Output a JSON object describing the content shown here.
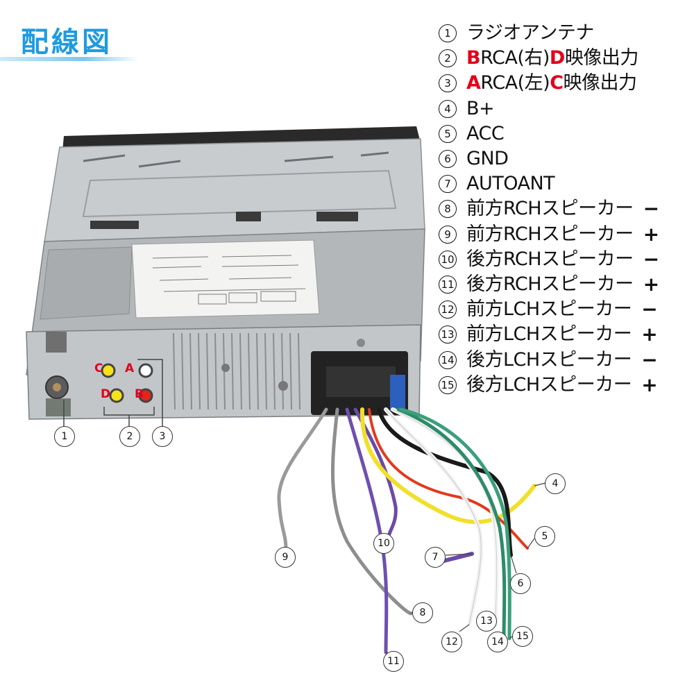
{
  "title": "配線図",
  "legend": [
    {
      "num": "1",
      "parts": [
        {
          "t": "ラジオアンテナ",
          "c": ""
        }
      ]
    },
    {
      "num": "2",
      "parts": [
        {
          "t": "B",
          "c": "red"
        },
        {
          "t": "RCA(右)",
          "c": ""
        },
        {
          "t": "D",
          "c": "red"
        },
        {
          "t": "映像出力",
          "c": ""
        }
      ]
    },
    {
      "num": "3",
      "parts": [
        {
          "t": "A",
          "c": "red"
        },
        {
          "t": "RCA(左)",
          "c": ""
        },
        {
          "t": "C",
          "c": "red"
        },
        {
          "t": "映像出力",
          "c": ""
        }
      ]
    },
    {
      "num": "4",
      "parts": [
        {
          "t": "B+",
          "c": ""
        }
      ]
    },
    {
      "num": "5",
      "parts": [
        {
          "t": "ACC",
          "c": ""
        }
      ]
    },
    {
      "num": "6",
      "parts": [
        {
          "t": "GND",
          "c": ""
        }
      ]
    },
    {
      "num": "7",
      "parts": [
        {
          "t": "AUTOANT",
          "c": ""
        }
      ]
    },
    {
      "num": "8",
      "parts": [
        {
          "t": "前方RCHスピーカー",
          "c": ""
        }
      ],
      "sign": "−"
    },
    {
      "num": "9",
      "parts": [
        {
          "t": "前方RCHスピーカー",
          "c": ""
        }
      ],
      "sign": "+"
    },
    {
      "num": "10",
      "parts": [
        {
          "t": "後方RCHスピーカー",
          "c": ""
        }
      ],
      "sign": "−"
    },
    {
      "num": "11",
      "parts": [
        {
          "t": "後方RCHスピーカー",
          "c": ""
        }
      ],
      "sign": "+"
    },
    {
      "num": "12",
      "parts": [
        {
          "t": "前方LCHスピーカー",
          "c": ""
        }
      ],
      "sign": "−"
    },
    {
      "num": "13",
      "parts": [
        {
          "t": "前方LCHスピーカー",
          "c": ""
        }
      ],
      "sign": "+"
    },
    {
      "num": "14",
      "parts": [
        {
          "t": "後方LCHスピーカー",
          "c": ""
        }
      ],
      "sign": "−"
    },
    {
      "num": "15",
      "parts": [
        {
          "t": "後方LCHスピーカー",
          "c": ""
        }
      ],
      "sign": "+"
    }
  ],
  "rca_letters": [
    "A",
    "B",
    "C",
    "D"
  ],
  "callouts": [
    "1",
    "2",
    "3",
    "4",
    "5",
    "6",
    "7",
    "8",
    "9",
    "10",
    "11",
    "12",
    "13",
    "14",
    "15"
  ],
  "colors": {
    "title": "#1e9be0",
    "accent_red": "#e3001b",
    "chassis": "#b9bcbf",
    "wire_yellow": "#f2df2a",
    "wire_red": "#e23a1c",
    "wire_black": "#1a1a1a",
    "wire_blue": "#2d6fd0",
    "wire_gray": "#8c8c8c",
    "wire_purple": "#6a4aa8",
    "wire_white": "#f2f2f2",
    "wire_green": "#2e8b6a"
  }
}
